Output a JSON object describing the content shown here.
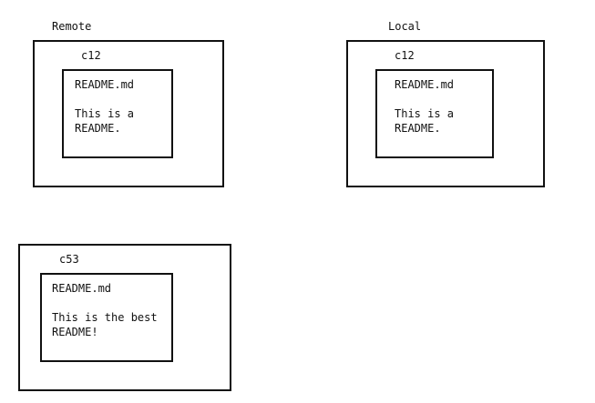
{
  "remote": {
    "title": "Remote",
    "commit": {
      "id": "c12",
      "file": {
        "name": "README.md",
        "lines": [
          "This is a",
          "README."
        ]
      }
    }
  },
  "local": {
    "title": "Local",
    "commit": {
      "id": "c12",
      "file": {
        "name": "README.md",
        "lines": [
          "This is a",
          "README."
        ]
      }
    }
  },
  "standalone": {
    "commit": {
      "id": "c53",
      "file": {
        "name": "README.md",
        "lines": [
          "This is the best",
          "README!"
        ]
      }
    }
  }
}
